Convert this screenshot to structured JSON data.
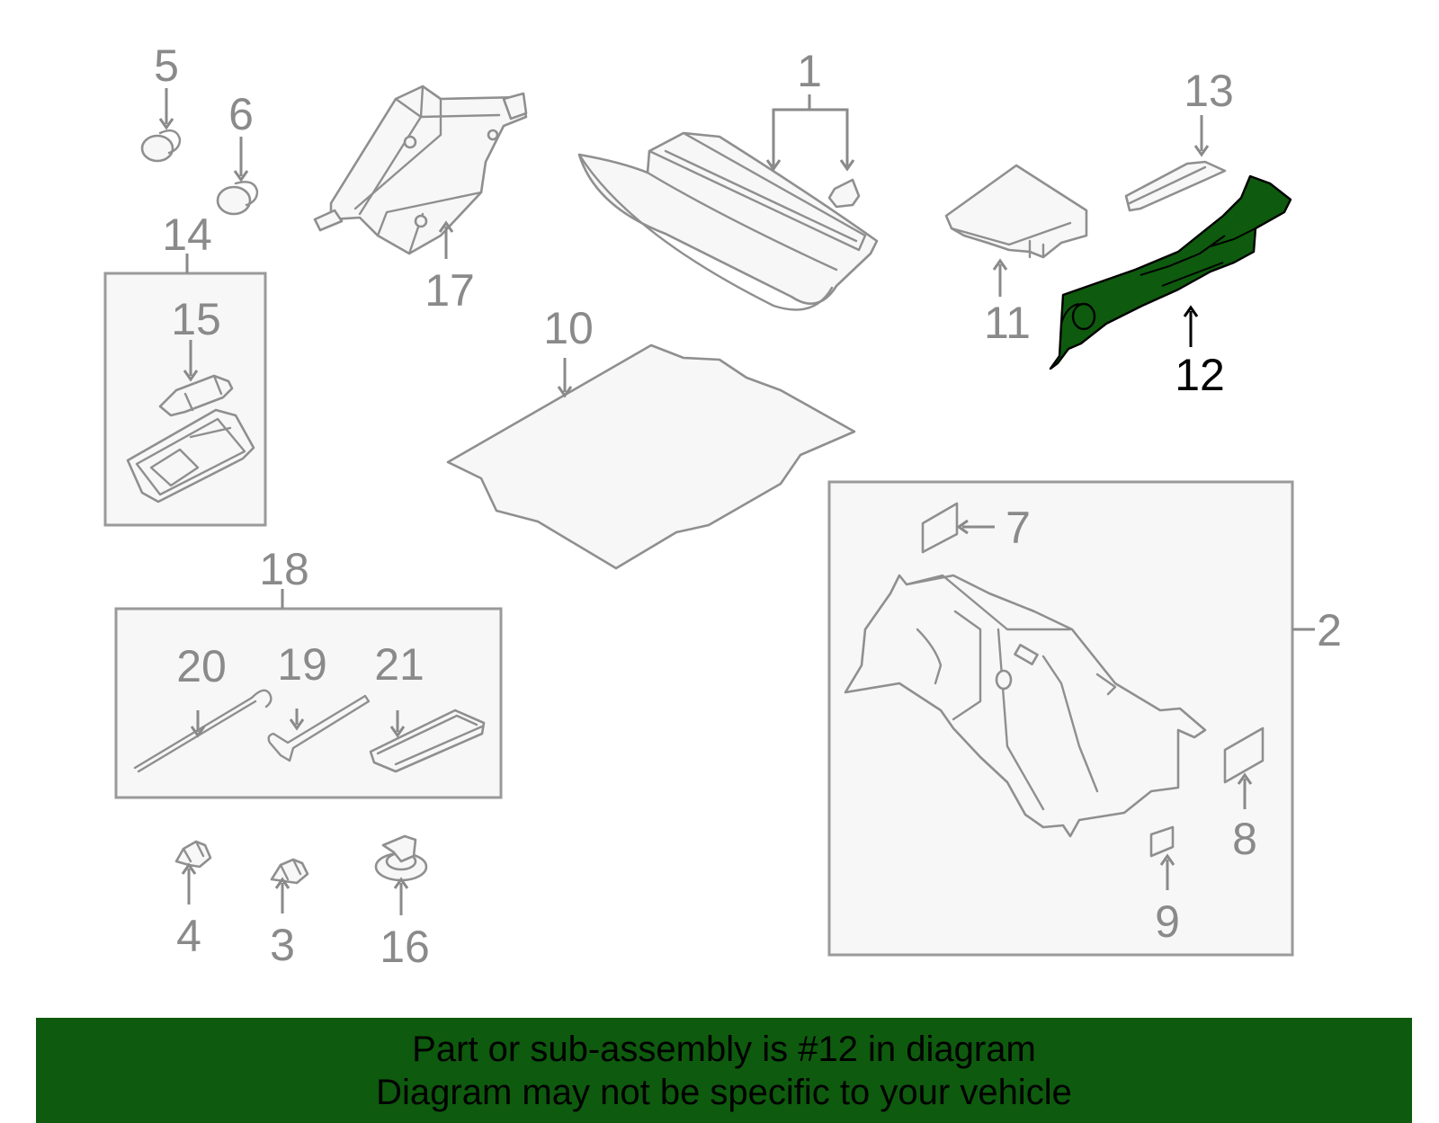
{
  "callouts": {
    "n1": "1",
    "n2": "2",
    "n3": "3",
    "n4": "4",
    "n5": "5",
    "n6": "6",
    "n7": "7",
    "n8": "8",
    "n9": "9",
    "n10": "10",
    "n11": "11",
    "n12": "12",
    "n13": "13",
    "n14": "14",
    "n15": "15",
    "n16": "16",
    "n17": "17",
    "n18": "18",
    "n19": "19",
    "n20": "20",
    "n21": "21"
  },
  "highlighted_part": "12",
  "colors": {
    "highlight": "#0e5a0e",
    "part_stroke": "#8f8f8f",
    "callout_text": "#8a8a8a",
    "banner_bg": "#0e5a0e"
  },
  "banner": {
    "line1": "Part or sub-assembly is #12 in diagram",
    "line2": "Diagram may not be specific to your vehicle"
  }
}
